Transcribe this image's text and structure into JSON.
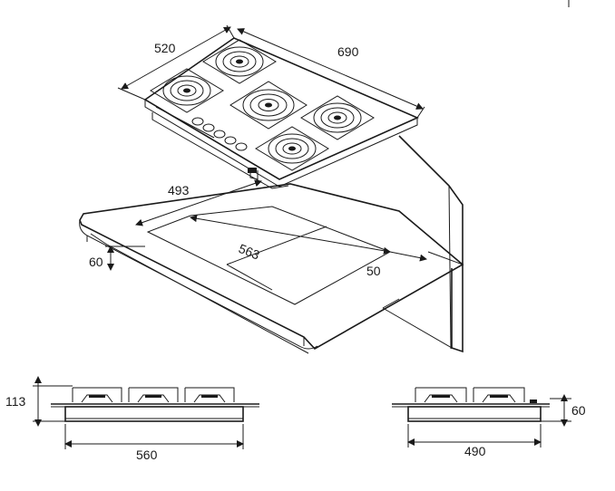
{
  "dimensions": {
    "top_depth": "520",
    "top_width": "690",
    "cutout_depth": "493",
    "cutout_width": "563",
    "thickness": "60",
    "edge_gap": "50",
    "front_height": "113",
    "front_width": "560",
    "side_height": "60",
    "side_width": "490"
  },
  "counts": {
    "burners": 5,
    "knobs": 5
  }
}
